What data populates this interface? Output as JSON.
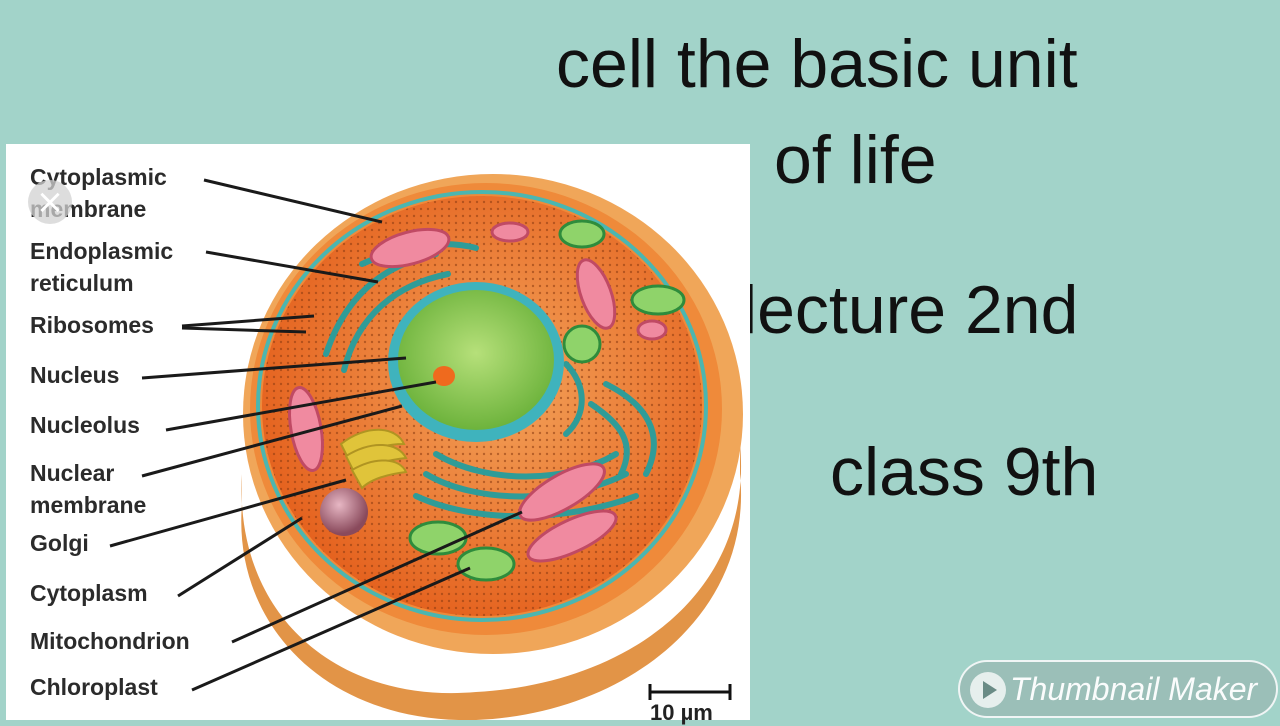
{
  "title": {
    "line1": "cell the basic unit",
    "line2": "of life",
    "line3": "lecture 2nd",
    "line4": "class 9th"
  },
  "diagram": {
    "labels": {
      "cytoplasmic_membrane_1": "Cytoplasmic",
      "cytoplasmic_membrane_2": "membrane",
      "endoplasmic_reticulum_1": "Endoplasmic",
      "endoplasmic_reticulum_2": "reticulum",
      "ribosomes": "Ribosomes",
      "nucleus": "Nucleus",
      "nucleolus": "Nucleolus",
      "nuclear_membrane_1": "Nuclear",
      "nuclear_membrane_2": "membrane",
      "golgi": "Golgi",
      "cytoplasm": "Cytoplasm",
      "mitochondrion": "Mitochondrion",
      "chloroplast": "Chloroplast"
    },
    "scale_bar": "10 µm"
  },
  "watermark": {
    "text": "Thumbnail Maker",
    "icon": "play-icon"
  },
  "colors": {
    "background": "#a2d3c9",
    "cytoplasm": "#e8641e",
    "nucleus": "#7fc24a",
    "membrane": "#4bb6b0",
    "mitochondrion": "#e9788f",
    "chloroplast": "#3aa64c"
  }
}
